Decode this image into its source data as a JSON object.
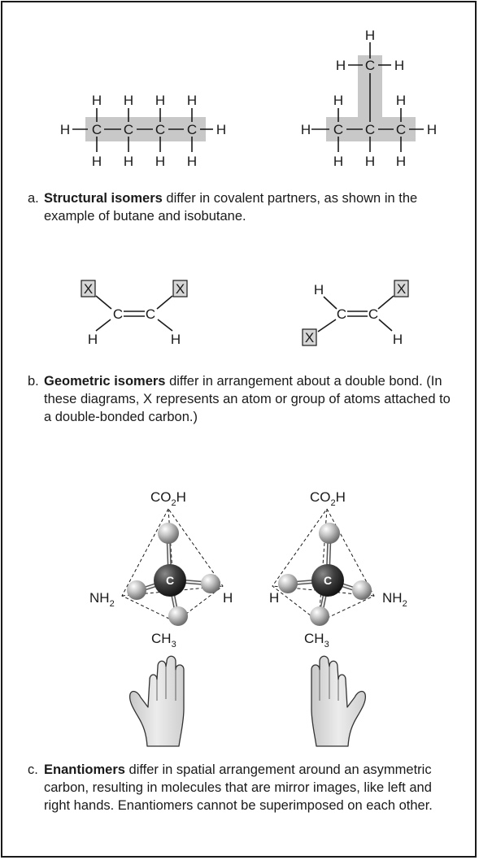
{
  "captions": {
    "a": {
      "letter": "a.",
      "term": "Structural isomers",
      "text": " differ in covalent partners, as shown in the example of butane and isobutane."
    },
    "b": {
      "letter": "b.",
      "term": "Geometric isomers",
      "text": " differ in arrangement about a double bond. (In these diagrams, X represents an atom or group of atoms attached to a double-bonded carbon.)"
    },
    "c": {
      "letter": "c.",
      "term": "Enantiomers",
      "text": " differ in spatial arrangement around an asymmetric carbon, resulting in molecules that are mirror images, like left and right hands. Enantiomers cannot be superimposed on each other."
    }
  },
  "atoms": {
    "hydrogen": "H",
    "carbon": "C",
    "x_group": "X"
  },
  "groups": {
    "co2h_main": "CO",
    "co2h_sub": "2",
    "co2h_end": "H",
    "nh2_main": "NH",
    "nh2_sub": "2",
    "ch3_main": "CH",
    "ch3_sub": "3"
  },
  "colors": {
    "highlight": "#c8c8c8",
    "ink": "#1a1a1a",
    "sphere_gray": "#b4b4b4",
    "sphere_dark": "#3a3a3a",
    "hand": "#d9d9d9"
  }
}
